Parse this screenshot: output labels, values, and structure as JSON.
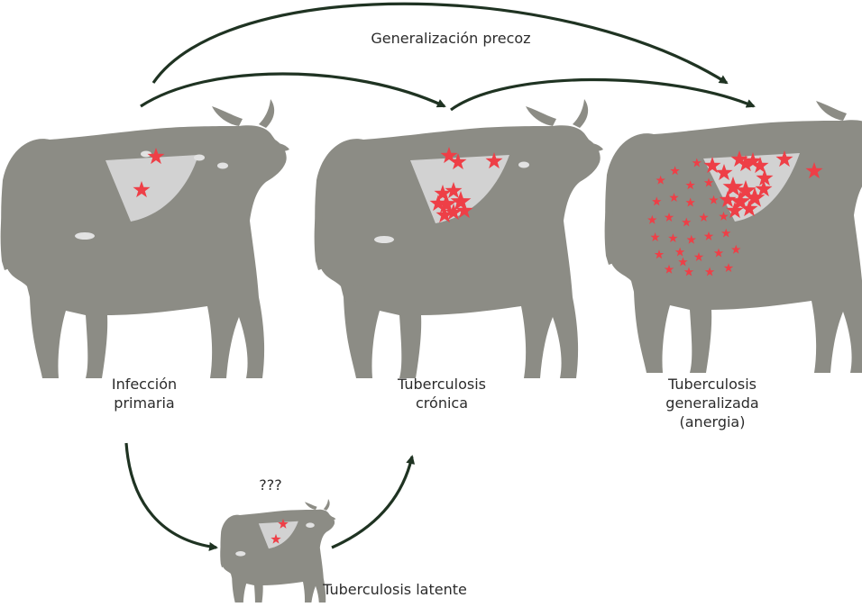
{
  "diagram": {
    "top_label": "Generalización precoz",
    "stages": {
      "primary": {
        "line1": "Infección",
        "line2": "primaria"
      },
      "chronic": {
        "line1": "Tuberculosis",
        "line2": "crónica"
      },
      "generalized": {
        "line1": "Tuberculosis",
        "line2": "generalizada",
        "note": "(anergia)"
      },
      "latent": {
        "label": "Tuberculosis latente",
        "question": "???"
      }
    },
    "colors": {
      "cow": "#8c8c85",
      "lung": "#d2d2d2",
      "lymph_node": "#e2e2e2",
      "lesion": "#ee3f47",
      "arrow": "#1f3322"
    }
  }
}
